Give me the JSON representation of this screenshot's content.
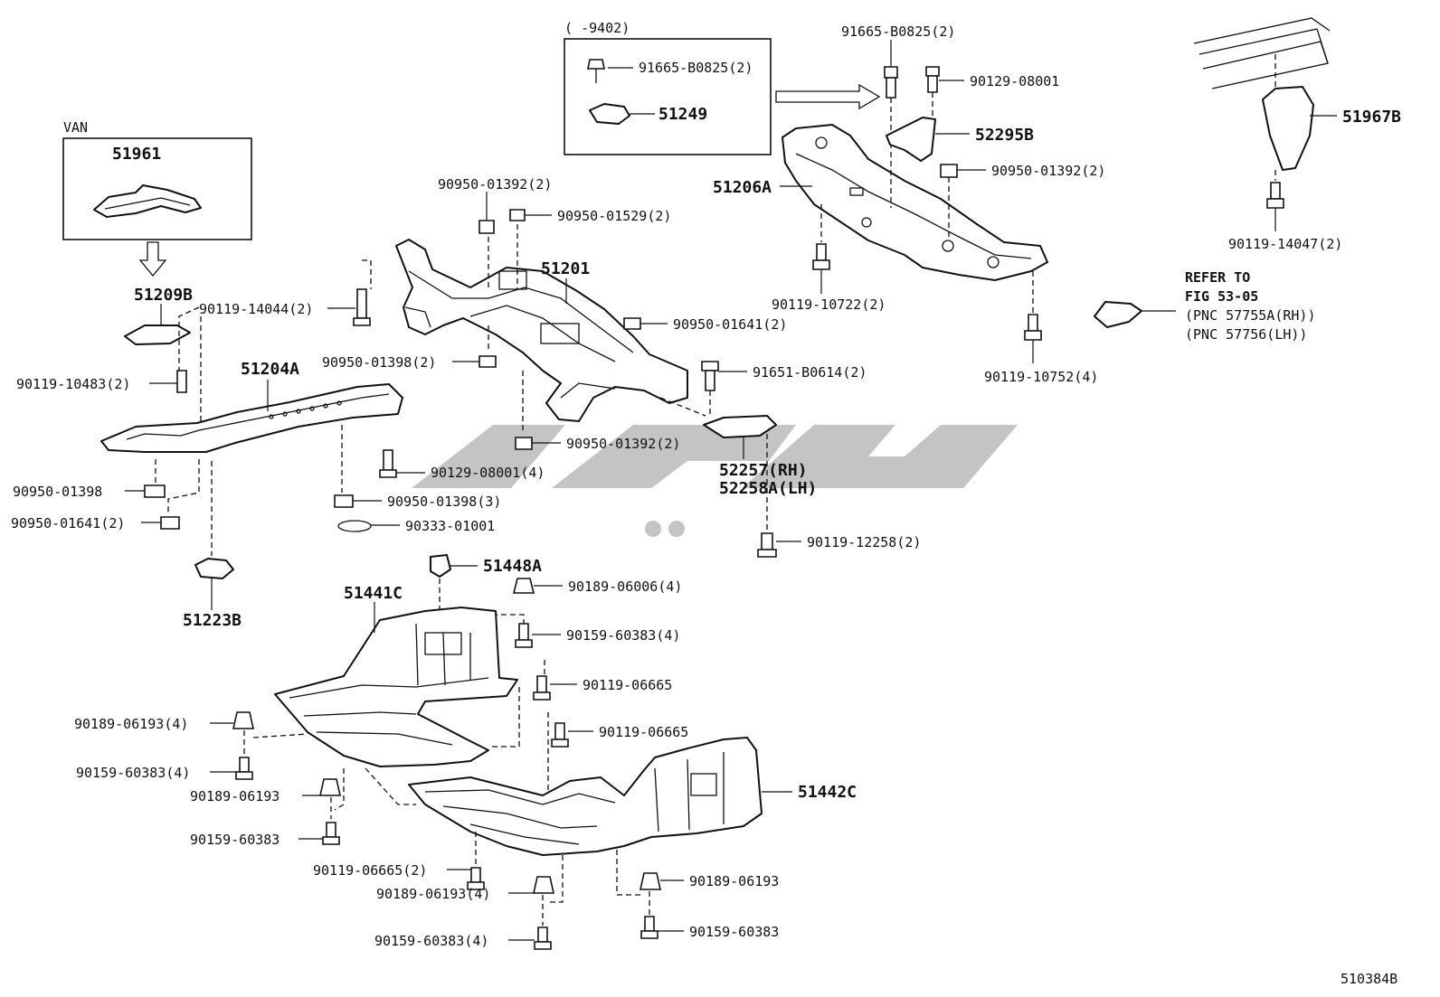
{
  "diagram_id": "510384B",
  "inset_van": {
    "title": "VAN",
    "part": "51961"
  },
  "inset_date": {
    "title": "(     -9402)",
    "bolt": "91665-B0825(2)",
    "part": "51249"
  },
  "parts": {
    "p51209B": "51209B",
    "p51204A": "51204A",
    "p51201": "51201",
    "p51206A": "51206A",
    "p52295B": "52295B",
    "p51967B": "51967B",
    "p51223B": "51223B",
    "p51448A": "51448A",
    "p51441C": "51441C",
    "p51442C": "51442C",
    "p52257": "52257(RH)",
    "p52258A": "52258A(LH)"
  },
  "hardware": {
    "h1": "90119-14044(2)",
    "h2": "90119-10483(2)",
    "h3": "90950-01392(2)",
    "h4": "90950-01529(2)",
    "h5": "90950-01641(2)",
    "h6": "90950-01398(2)",
    "h7": "91651-B0614(2)",
    "h8": "90950-01392(2)",
    "h9": "90129-08001(4)",
    "h10": "90950-01398",
    "h11": "90950-01641(2)",
    "h12": "90950-01398(3)",
    "h13": "90333-01001",
    "h14": "90119-12258(2)",
    "h15": "91665-B0825(2)",
    "h16": "90129-08001",
    "h17": "90950-01392(2)",
    "h18": "90119-10722(2)",
    "h19": "90119-10752(4)",
    "h20": "90119-14047(2)",
    "h21": "90189-06006(4)",
    "h22": "90159-60383(4)",
    "h23": "90119-06665",
    "h24": "90119-06665",
    "h25": "90189-06193(4)",
    "h26": "90159-60383(4)",
    "h27": "90189-06193",
    "h28": "90159-60383",
    "h29": "90119-06665(2)",
    "h30": "90189-06193(4)",
    "h31": "90159-60383(4)",
    "h32": "90189-06193",
    "h33": "90159-60383"
  },
  "refer": {
    "line1": "REFER TO",
    "line2": "FIG 53-05",
    "line3": "(PNC 57755A(RH))",
    "line4": "(PNC 57756(LH))"
  }
}
